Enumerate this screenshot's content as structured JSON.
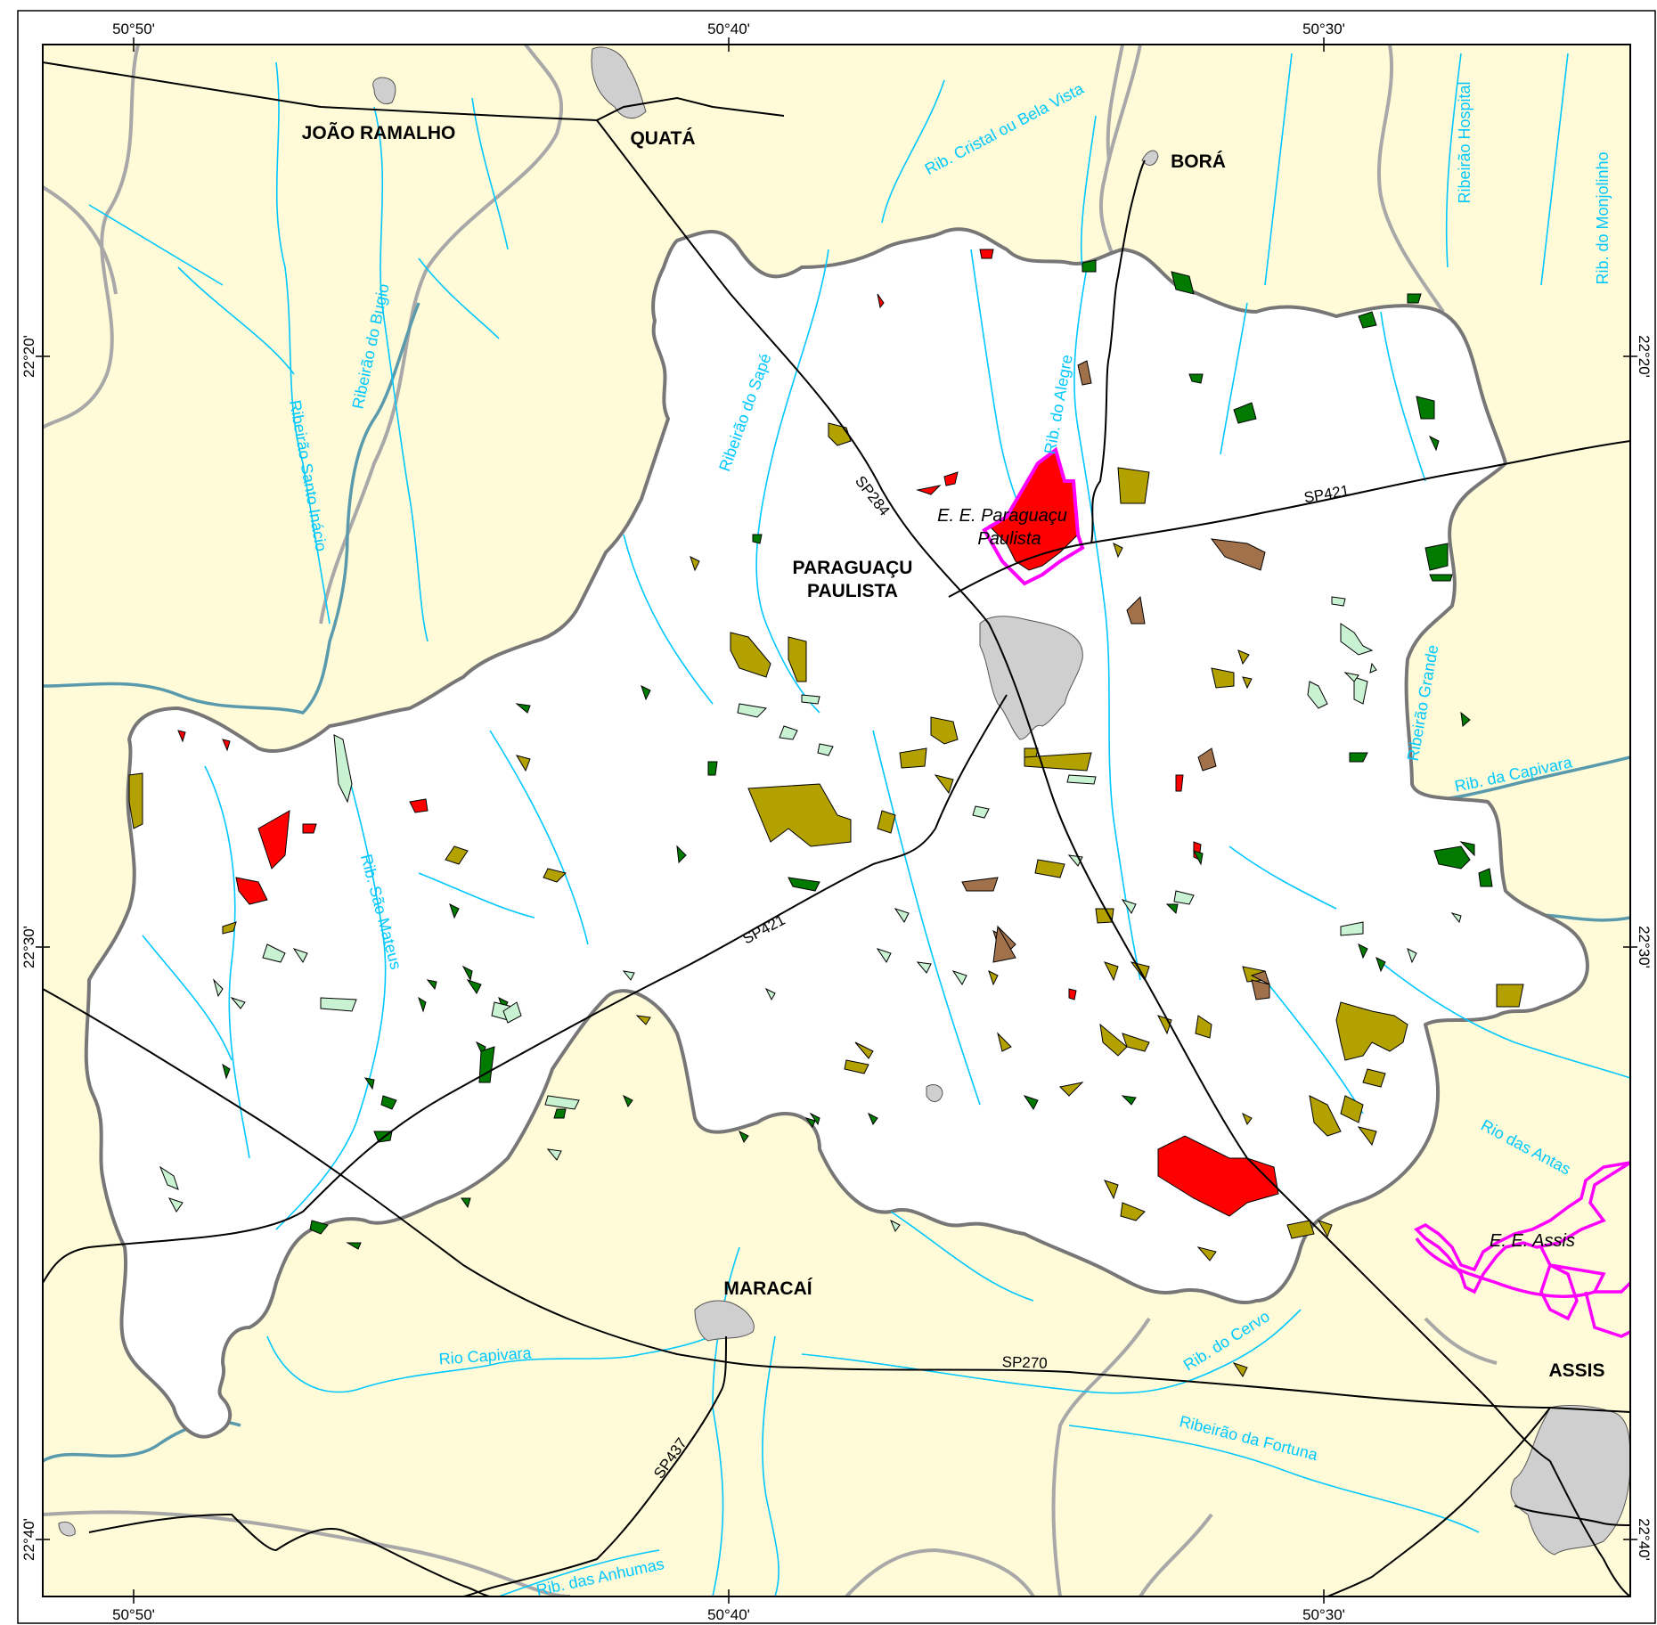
{
  "coordinates": {
    "top": [
      "50°50'",
      "50°40'",
      "50°30'"
    ],
    "bottom": [
      "50°50'",
      "50°40'",
      "50°30'"
    ],
    "left": [
      "22°20'",
      "22°30'",
      "22°40'"
    ],
    "right": [
      "22°20'",
      "22°30'",
      "22°40'"
    ]
  },
  "cities": {
    "joao_ramalho": "JOÃO RAMALHO",
    "quata": "QUATÁ",
    "bora": "BORÁ",
    "paraguacu_line1": "PARAGUAÇU",
    "paraguacu_line2": "PAULISTA",
    "maracai": "MARACAÍ",
    "assis": "ASSIS"
  },
  "reserves": {
    "paraguacu_line1": "E. E. Paraguaçu",
    "paraguacu_line2": "Paulista",
    "assis": "E. E. Assis"
  },
  "roads": {
    "sp284": "SP284",
    "sp421_north": "SP421",
    "sp421_south": "SP421",
    "sp270": "SP270",
    "sp437": "SP437"
  },
  "rivers": {
    "cristal": "Rib. Cristal ou Bela Vista",
    "hospital": "Ribeirão Hospital",
    "monjolinho": "Rib. do Monjolinho",
    "bugio": "Ribeirão do Bugio",
    "santo_inacio": "Ribeirão Santo Inácio",
    "sape": "Ribeirão do Sapé",
    "alegre": "Rib. do Alegre",
    "grande": "Ribeirão Grande",
    "capivara_rib": "Rib. da Capivara",
    "sao_mateus": "Rib. São Mateus",
    "antas": "Rio das Antas",
    "cervo": "Rib. do Cervo",
    "rio_capivara": "Rio Capivara",
    "fortuna": "Ribeirão da Fortuna",
    "anhumas": "Rib. das Anhumas"
  },
  "colors": {
    "outside": "#fffad8",
    "municipality": "#ffffff",
    "urban": "#cfcfcf",
    "river": "#00c8ff",
    "major_river": "#5a9aad",
    "boundary": "#777777",
    "road": "#000000",
    "reserve_outline": "#ff00ff",
    "cerrado_red": "#ff0000",
    "olive": "#b3a100",
    "brown": "#a0714a",
    "dark_green": "#007a00",
    "light_green": "#c8f2d2"
  }
}
